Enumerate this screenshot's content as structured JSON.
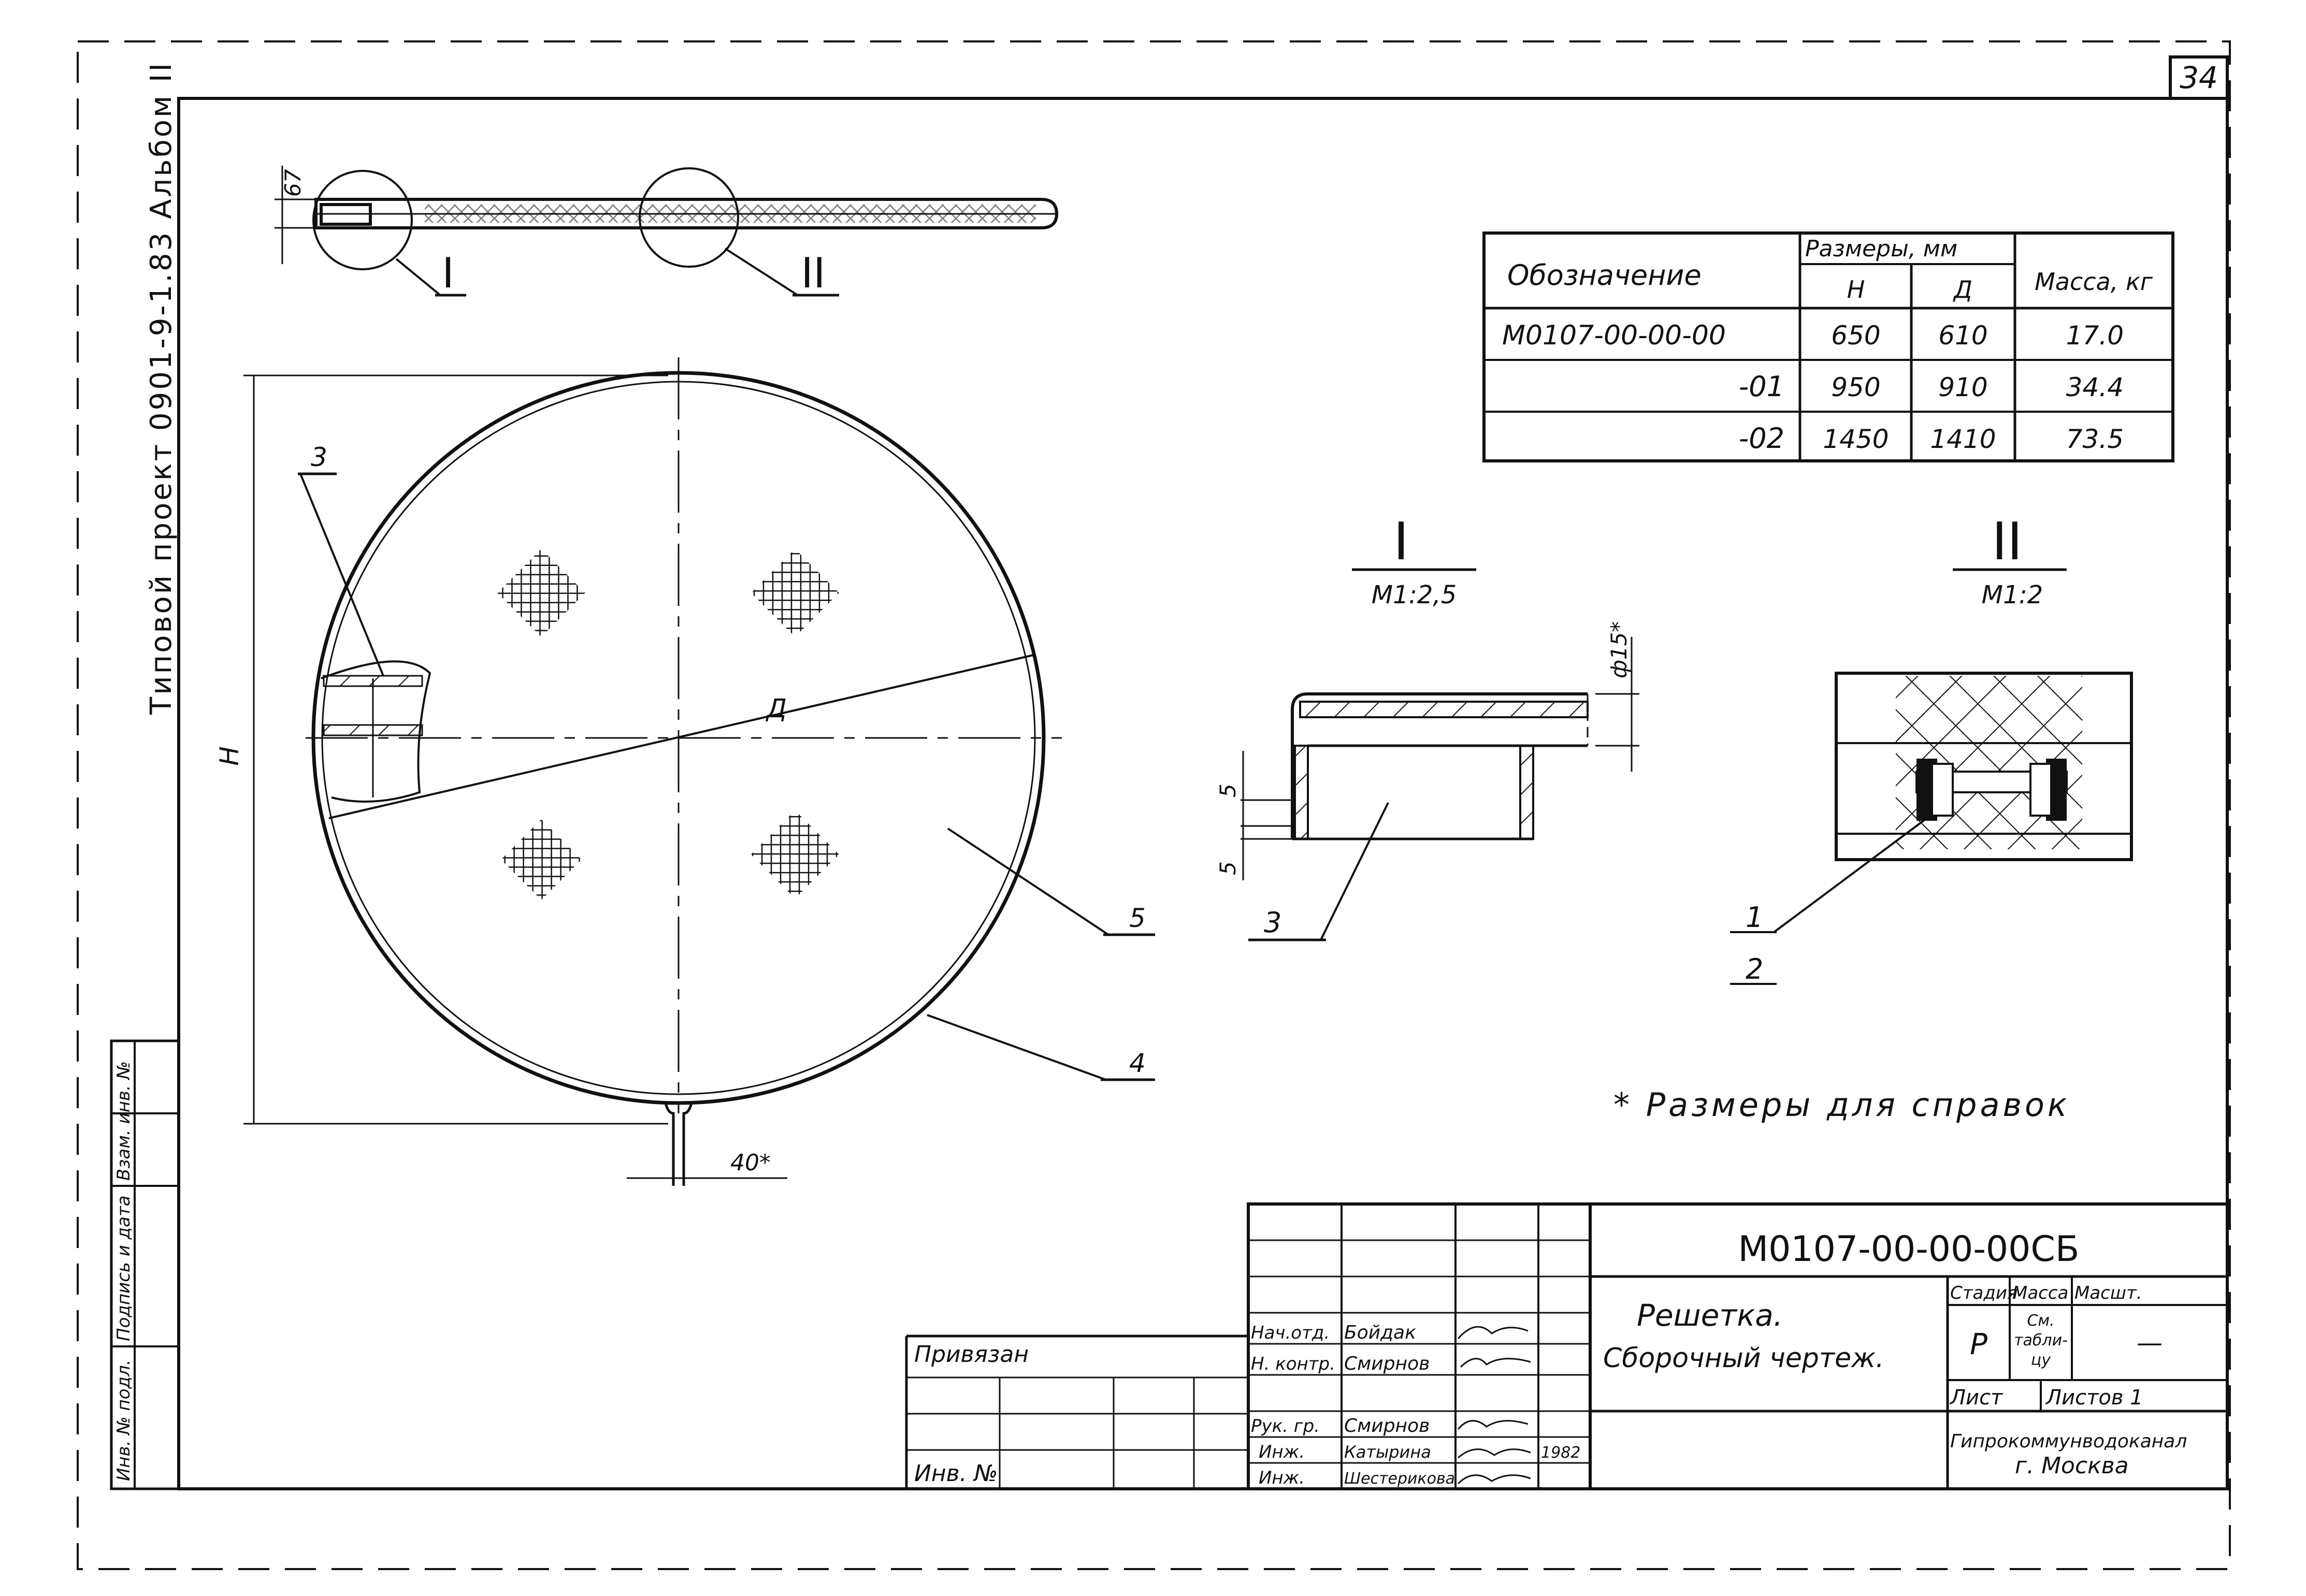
{
  "sheet": {
    "number": "34"
  },
  "side_title": {
    "text": "Типовой проект 0901-9-1.83 Альбом II"
  },
  "left_stamp": {
    "col1": "Инв. № подл.",
    "col2": "Подпись и дата",
    "col3": "Взам. инв. №"
  },
  "top_view": {
    "dim_thickness": "67",
    "callout_1": "I",
    "callout_2": "II"
  },
  "plan_view": {
    "label_h": "H",
    "label_d": "Д",
    "pos_3": "3",
    "pos_4": "4",
    "pos_5": "5",
    "dim_40": "40*"
  },
  "table": {
    "headers": {
      "designation": "Обозначение",
      "dimensions": "Размеры, мм",
      "h": "H",
      "d": "Д",
      "mass": "Масса, кг"
    },
    "rows": [
      {
        "designation": "М0107-00-00-00",
        "h": "650",
        "d": "610",
        "mass": "17.0"
      },
      {
        "designation": "-01",
        "h": "950",
        "d": "910",
        "mass": "34.4"
      },
      {
        "designation": "-02",
        "h": "1450",
        "d": "1410",
        "mass": "73.5"
      }
    ]
  },
  "detail_1": {
    "title": "I",
    "scale": "М1:2,5",
    "dim_dia": "ф15*",
    "dim_5a": "5",
    "dim_5b": "5",
    "pos": "3"
  },
  "detail_2": {
    "title": "II",
    "scale": "М1:2",
    "pos_1": "1",
    "pos_2": "2"
  },
  "note": "* Размеры для справок",
  "title_block": {
    "doc_code": "М0107-00-00-00СБ",
    "title_line1": "Решетка.",
    "title_line2": "Сборочный чертеж.",
    "stage_label": "Стадия",
    "mass_label": "Масса",
    "scale_label": "Масшт.",
    "stage_value": "Р",
    "mass_value_1": "См.",
    "mass_value_2": "табли-",
    "mass_value_3": "цу",
    "scale_value": "—",
    "sheet_label": "Лист",
    "sheets_label": "Листов 1",
    "org_line1": "Гипрокоммунводоканал",
    "org_line2": "г. Москва",
    "privyazan": "Привязан",
    "inv_no": "Инв. №",
    "year": "1982",
    "staff": [
      {
        "role": "Нач.отд.",
        "name": "Бойдак"
      },
      {
        "role": "Н. контр.",
        "name": "Смирнов"
      },
      {
        "role": "Рук. гр.",
        "name": "Смирнов"
      },
      {
        "role": "Инж.",
        "name": "Катырина"
      },
      {
        "role": "Инж.",
        "name": "Шестерикова"
      }
    ]
  }
}
